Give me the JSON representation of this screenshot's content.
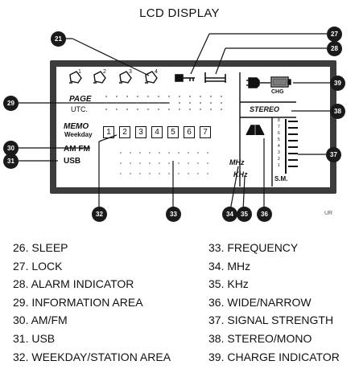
{
  "title": "LCD DISPLAY",
  "lcd": {
    "page": "PAGE",
    "utc": "UTC.",
    "memo": "MEMO",
    "weekday": "Weekday",
    "am_fm": "AM FM",
    "usb": "USB",
    "stereo": "STEREO",
    "chg": "CHG",
    "mhz": "MHz",
    "khz": "KHz",
    "sm": "S.M.",
    "memo_slots": [
      "1",
      "2",
      "3",
      "4",
      "5",
      "6",
      "7"
    ],
    "alarm_superscripts": [
      "1",
      "2",
      "3",
      "4"
    ],
    "meter_scale": [
      "8",
      "7",
      "6",
      "5",
      "4",
      "3",
      "2",
      "1"
    ]
  },
  "callouts": {
    "c21": "21",
    "c27": "27",
    "c28": "28",
    "c29": "29",
    "c30": "30",
    "c31": "31",
    "c32": "32",
    "c33": "33",
    "c34": "34",
    "c35": "35",
    "c36": "36",
    "c37": "37",
    "c38": "38",
    "c39": "39"
  },
  "watermark": "UR",
  "legend_left": [
    "26. SLEEP",
    "27. LOCK",
    "28. ALARM INDICATOR",
    "29. INFORMATION AREA",
    "30. AM/FM",
    "31. USB",
    "32. WEEKDAY/STATION AREA"
  ],
  "legend_right": [
    "33. FREQUENCY",
    "34. MHz",
    "35. KHz",
    "36. WIDE/NARROW",
    "37. SIGNAL STRENGTH",
    "38. STEREO/MONO",
    "39. CHARGE INDICATOR"
  ]
}
